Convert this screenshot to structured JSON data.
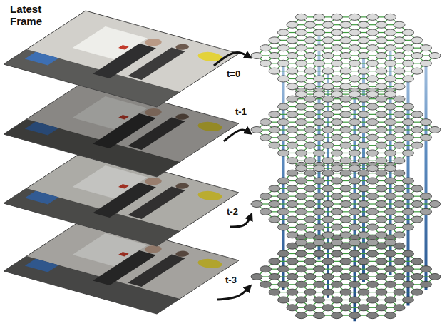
{
  "diagram": {
    "labels": [
      "Latest Frame",
      "t=0",
      "t-1",
      "t-2",
      "t-3"
    ]
  }
}
